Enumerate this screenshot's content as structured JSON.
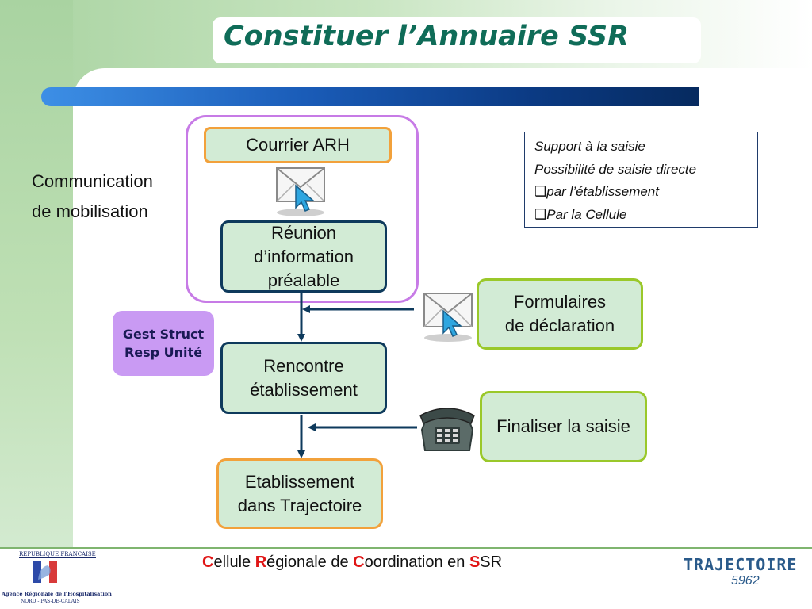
{
  "title": "Constituer l’Annuaire SSR",
  "left_label": {
    "line1": "Communication",
    "line2": "de mobilisation"
  },
  "gest_badge": {
    "line1": "Gest Struct",
    "line2": "Resp Unité"
  },
  "nodes": {
    "courrier": "Courrier ARH",
    "reunion": {
      "line1": "Réunion",
      "line2": "d’information",
      "line3": "préalable"
    },
    "rencontre": {
      "line1": "Rencontre",
      "line2": "établissement"
    },
    "etablissement": {
      "line1": "Etablissement",
      "line2": "dans Trajectoire"
    },
    "formulaires": {
      "line1": "Formulaires",
      "line2": "de déclaration"
    },
    "finaliser": "Finaliser la saisie"
  },
  "support_box": {
    "line1": "Support à la saisie",
    "line2": "Possibilité de saisie directe",
    "line3": "par l’établissement",
    "line4": "Par la Cellule",
    "bullet": "❑"
  },
  "footer": {
    "c1": "C",
    "r1": "ellule ",
    "c2": "R",
    "r2": "égionale de ",
    "c3": "C",
    "r3": "oordination en ",
    "c4": "S",
    "r4": "SR"
  },
  "logo_rf": {
    "top": "REPUBLIQUE FRANCAISE",
    "name": "Agence Régionale de l’Hospitalisation",
    "region": "NORD - PAS-DE-CALAIS"
  },
  "logo_traj": {
    "word": "TRAJECTOIRE",
    "code": "5962"
  },
  "colors": {
    "title": "#0f6c58",
    "node_fill": "#d2ebd5",
    "orange": "#f2a13b",
    "navy": "#0e3a5c",
    "lime": "#9ac82a",
    "violet": "#c77be6",
    "gest_fill": "#c99af3",
    "footer_red": "#e01515"
  },
  "icons": [
    "envelope-cursor-icon",
    "telephone-icon"
  ]
}
